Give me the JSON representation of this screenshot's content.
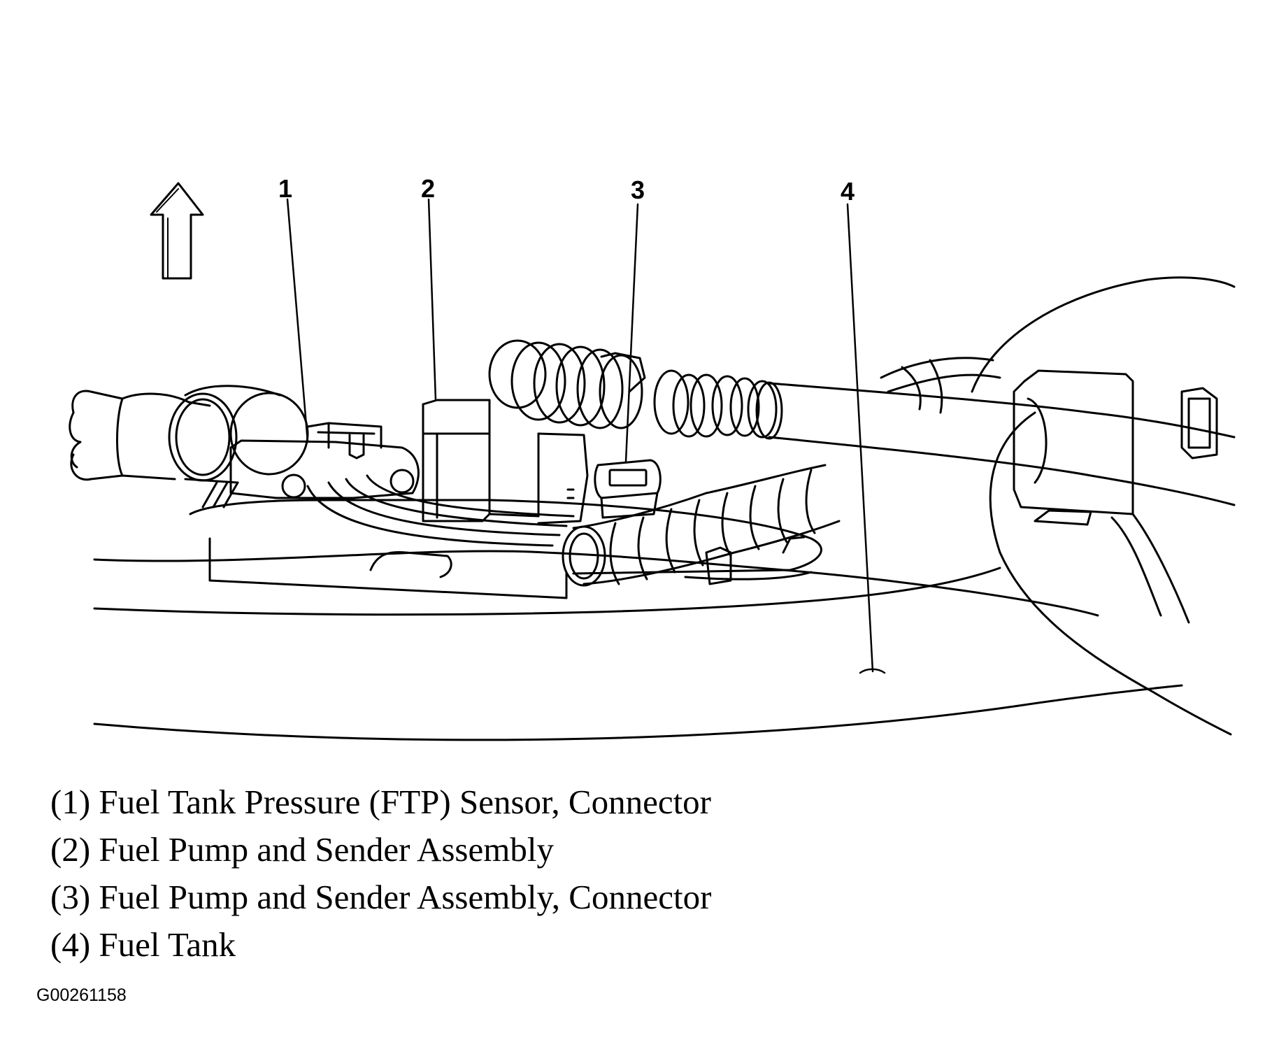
{
  "callouts": [
    "1",
    "2",
    "3",
    "4"
  ],
  "legend": [
    "(1) Fuel Tank Pressure (FTP) Sensor, Connector",
    "(2) Fuel Pump and Sender Assembly",
    "(3) Fuel Pump and Sender Assembly, Connector",
    "(4) Fuel Tank"
  ],
  "figure_id": "G00261158",
  "icons": {
    "orientation": "up-arrow-icon"
  }
}
